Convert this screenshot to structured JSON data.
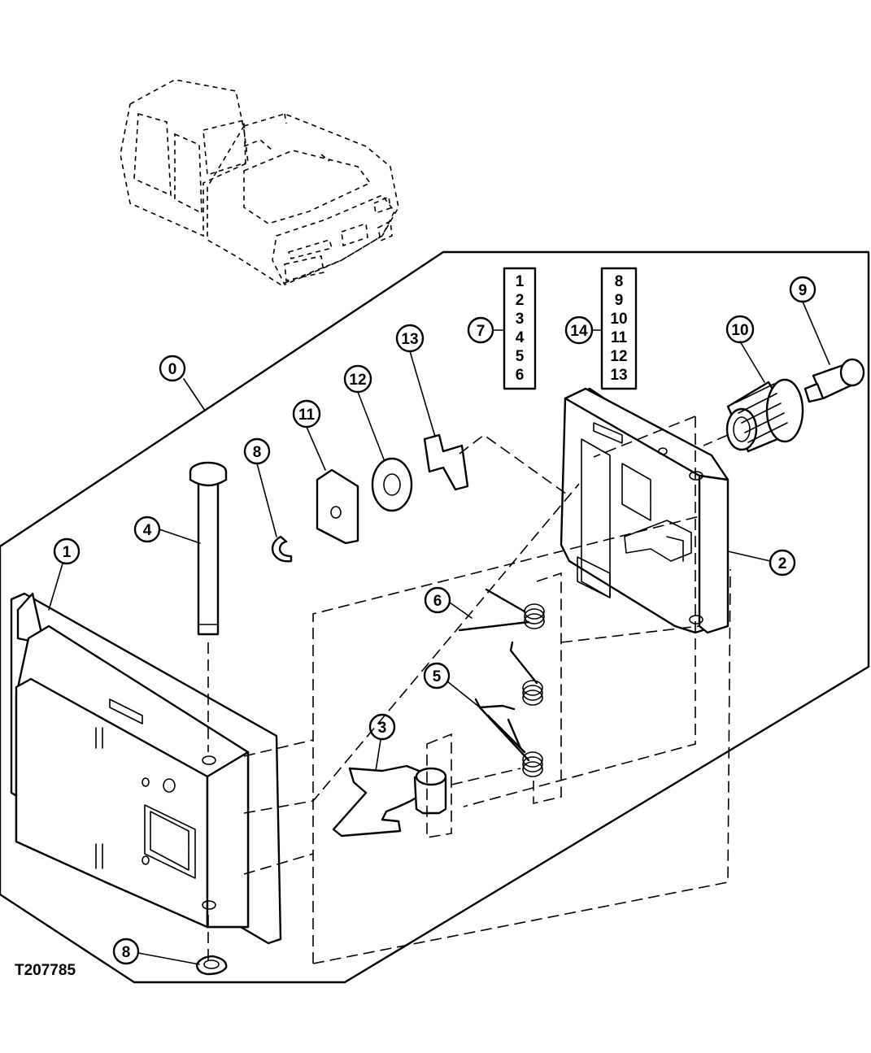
{
  "figure_id": "T207785",
  "callouts": {
    "c0": "0",
    "c1": "1",
    "c2": "2",
    "c3": "3",
    "c4": "4",
    "c5": "5",
    "c6": "6",
    "c7": "7",
    "c8a": "8",
    "c8b": "8",
    "c9": "9",
    "c10": "10",
    "c11": "11",
    "c12": "12",
    "c13": "13",
    "c14": "14"
  },
  "kit_7": [
    "1",
    "2",
    "3",
    "4",
    "5",
    "6"
  ],
  "kit_14": [
    "8",
    "9",
    "10",
    "11",
    "12",
    "13"
  ]
}
